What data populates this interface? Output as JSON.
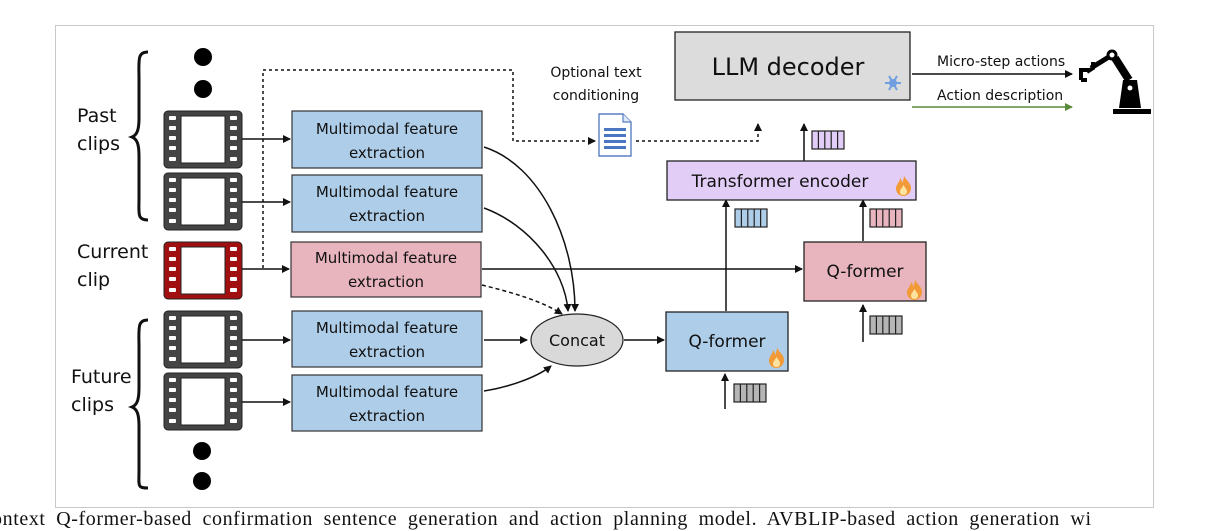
{
  "diagram": {
    "groups": {
      "past": "Past clips",
      "current_line1": "Current",
      "current_line2": "clip",
      "future": "Future clips"
    },
    "groups_lines": {
      "past": [
        "Past",
        "clips"
      ],
      "future": [
        "Future",
        "clips"
      ]
    },
    "feature_boxes": [
      {
        "line1": "Multimodal feature",
        "line2": "extraction",
        "kind": "past"
      },
      {
        "line1": "Multimodal feature",
        "line2": "extraction",
        "kind": "past"
      },
      {
        "line1": "Multimodal feature",
        "line2": "extraction",
        "kind": "current"
      },
      {
        "line1": "Multimodal feature",
        "line2": "extraction",
        "kind": "future"
      },
      {
        "line1": "Multimodal feature",
        "line2": "extraction",
        "kind": "future"
      }
    ],
    "concat": "Concat",
    "qformer_context": {
      "label": "Q-former",
      "trainable": true
    },
    "qformer_current": {
      "label": "Q-former",
      "trainable": true
    },
    "transformer_encoder": {
      "label": "Transformer encoder",
      "trainable": true
    },
    "llm_decoder": {
      "label": "LLM decoder",
      "frozen": true
    },
    "optional_text": {
      "line1": "Optional text",
      "line2": "conditioning"
    },
    "outputs": [
      {
        "label": "Micro-step actions",
        "color": "#111111"
      },
      {
        "label": "Action description",
        "color": "#5a8a3c"
      }
    ],
    "icons": [
      "film-strip-icon",
      "document-icon",
      "fire-icon",
      "snowflake-icon",
      "robot-arm-icon",
      "token-queries-icon"
    ]
  },
  "colors": {
    "blue_box": "#aecde8",
    "pink_box": "#e8b5bf",
    "purple_box": "#e2cdf6",
    "gray_box": "#dcdcdc",
    "concat_fill": "#d9d9d9",
    "film_dark": "#444444",
    "film_red": "#a01010",
    "output_green": "#5a8a3c"
  },
  "caption": "ontext Q-former-based confirmation sentence generation and action planning model. AVBLIP-based action generation wi"
}
